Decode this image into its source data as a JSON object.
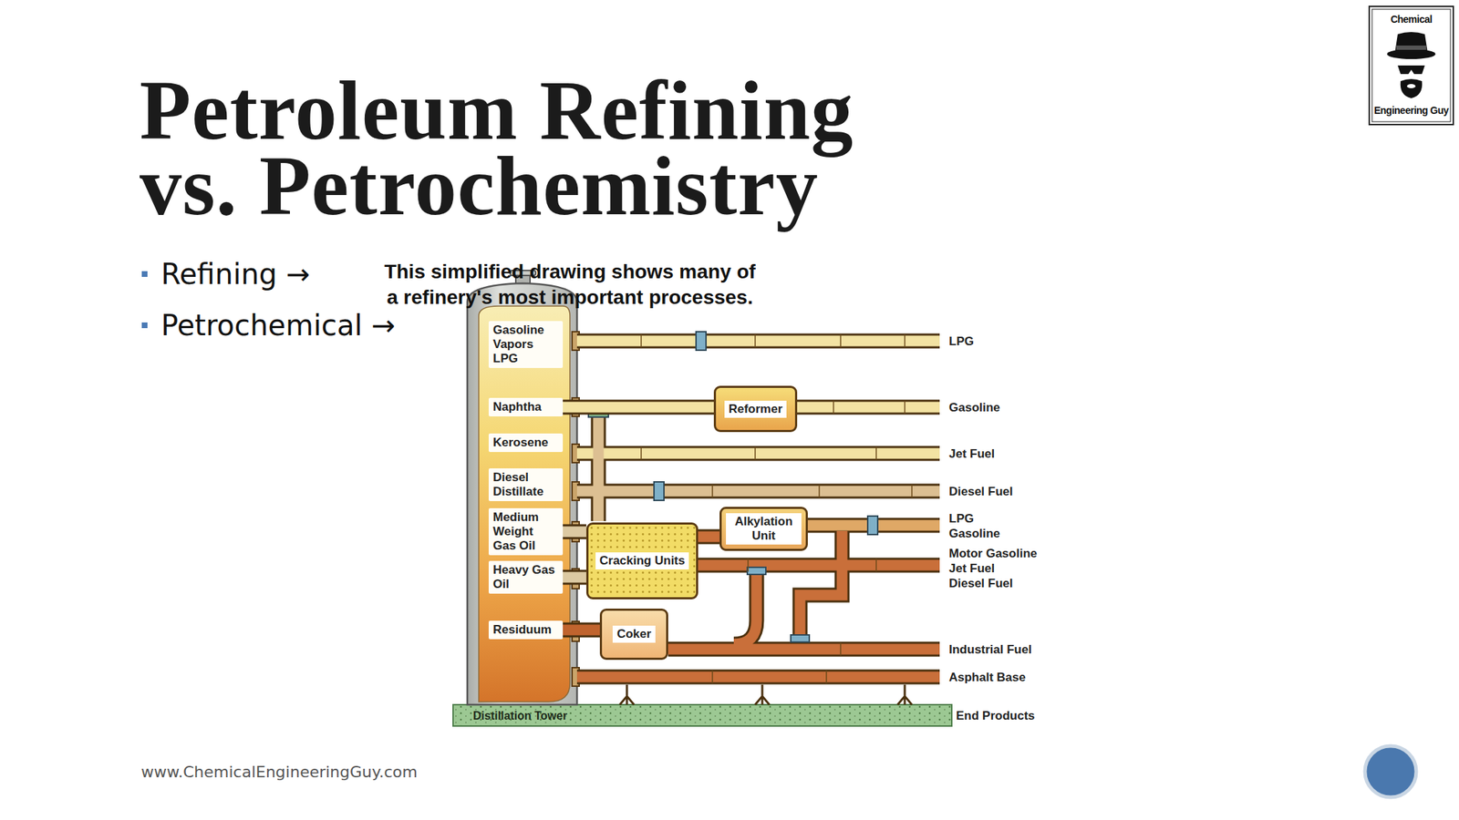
{
  "diagram": {
    "title": "Petroleum Refining vs. Petrochemistry",
    "caption": "This simplified drawing shows many of a refinery's most important processes.",
    "nodes": [
      {
        "text": [
          "Distillation Tower"
        ]
      },
      {
        "text": [
          "Gasoline Vapors",
          "LPG"
        ],
        "in": 0
      },
      {
        "text": [
          "Naphtha"
        ],
        "in": 0
      },
      {
        "text": [
          "Kerosene"
        ],
        "in": 0
      },
      {
        "text": [
          "Diesel Distillate"
        ],
        "in": 0
      },
      {
        "text": [
          "Medium Weight Gas Oil"
        ],
        "in": 0
      },
      {
        "text": [
          "Heavy Gas Oil"
        ],
        "in": 0
      },
      {
        "text": [
          "Residuum"
        ],
        "in": 0
      },
      {
        "text": [
          "Reformer"
        ]
      },
      {
        "text": [
          "Cracking Units"
        ]
      },
      {
        "text": [
          "Alkylation Unit"
        ]
      },
      {
        "text": [
          "Coker"
        ]
      }
    ],
    "edges": [
      {
        "from": 2,
        "to": 8,
        "arrow": "none"
      },
      {
        "from": 5,
        "to": 9,
        "arrow": "none"
      },
      {
        "from": 6,
        "to": 9,
        "arrow": "none"
      },
      {
        "from": 9,
        "to": 10,
        "arrow": "none"
      },
      {
        "from": 7,
        "to": 11,
        "arrow": "none"
      }
    ],
    "labels": [
      "Refining →",
      "Petrochemical →",
      "LPG",
      "Gasoline",
      "Jet Fuel",
      "Diesel Fuel",
      "LPG",
      "Gasoline",
      "Motor Gasoline",
      "Jet Fuel",
      "Diesel Fuel",
      "Industrial Fuel",
      "Asphalt Base",
      "End Products",
      "Chemical",
      "Engineering Guy",
      "www.ChemicalEngineeringGuy.com"
    ]
  }
}
